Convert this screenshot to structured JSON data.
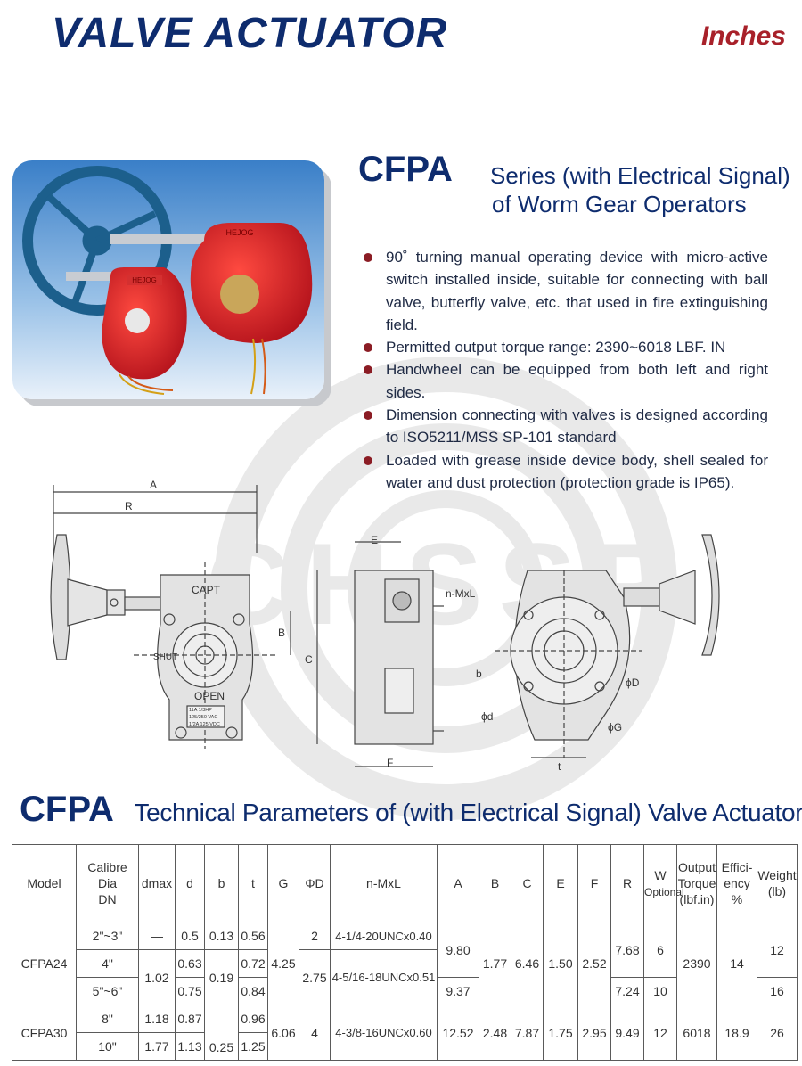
{
  "header": {
    "title": "VALVE ACTUATOR",
    "units": "Inches"
  },
  "series": {
    "code": "CFPA",
    "line1": "Series (with Electrical Signal)",
    "line2": "of Worm Gear Operators"
  },
  "features": [
    "90˚ turning manual operating device with micro-active switch installed inside, suitable for connecting with ball valve, butterfly valve, etc. that used in fire extinguishing field.",
    "Permitted output torque range: 2390~6018 LBF. IN",
    "Handwheel can be equipped from both left and right sides.",
    "Dimension connecting with valves is designed according to ISO5211/MSS SP-101 standard",
    "Loaded with grease inside device body, shell sealed for water and dust protection (protection grade is IP65)."
  ],
  "photo": {
    "small_brand": "HEJOG",
    "large_brand": "HEJOG"
  },
  "drawing": {
    "dims": {
      "A": "A",
      "R": "R",
      "B": "B",
      "C": "C",
      "E": "E",
      "F": "F",
      "b": "b",
      "t": "t",
      "d": "ϕd",
      "D": "ϕD",
      "G": "ϕG",
      "nmxl": "n-MxL"
    },
    "labels": {
      "capt": "CAPT",
      "shut": "SHUT",
      "open": "OPEN",
      "plate1": "11A 1/3HP",
      "plate2": "125/250 VAC",
      "plate3": "1/2A 125 VDC"
    },
    "watermark": "CHSSP"
  },
  "params": {
    "code": "CFPA",
    "title": "Technical Parameters of (with Electrical Signal) Valve Actuator"
  },
  "table": {
    "headers": {
      "model": "Model",
      "calibre1": "Calibre Dia",
      "calibre2": "DN",
      "dmax": "dmax",
      "d": "d",
      "b": "b",
      "t": "t",
      "g": "G",
      "phid": "ΦD",
      "nmxl": "n-MxL",
      "a": "A",
      "bb": "B",
      "c": "C",
      "e": "E",
      "f": "F",
      "r": "R",
      "w1": "W",
      "w2": "Optional",
      "torque1": "Output",
      "torque2": "Torque",
      "torque3": "(lbf.in)",
      "eff1": "Effici-",
      "eff2": "ency",
      "eff3": "%",
      "weight1": "Weight",
      "weight2": "(lb)"
    },
    "cfpa24": {
      "model": "CFPA24",
      "dn": [
        "2\"~3\"",
        "4\"",
        "5\"~6\""
      ],
      "dmax": [
        "—",
        "1.02"
      ],
      "d": [
        "0.5",
        "0.63",
        "0.75"
      ],
      "b": [
        "0.13",
        "0.19"
      ],
      "t": [
        "0.56",
        "0.72",
        "0.84"
      ],
      "g": "4.25",
      "phid": [
        "2",
        "2.75"
      ],
      "nmxl": [
        "4-1/4-20UNCx0.40",
        "4-5/16-18UNCx0.51"
      ],
      "a": [
        "9.80",
        "9.37"
      ],
      "bb": "1.77",
      "c": "6.46",
      "e": "1.50",
      "f": "2.52",
      "r": [
        "7.68",
        "7.24"
      ],
      "w": [
        "6",
        "10"
      ],
      "torque": "2390",
      "eff": "14",
      "weight": [
        "12",
        "16"
      ]
    },
    "cfpa30": {
      "model": "CFPA30",
      "dn": [
        "8\"",
        "10\""
      ],
      "dmax": [
        "1.18",
        "1.77"
      ],
      "d": [
        "0.87",
        "1.13"
      ],
      "b": "0.25",
      "t": [
        "0.96",
        "1.25"
      ],
      "g": "6.06",
      "phid": "4",
      "nmxl": "4-3/8-16UNCx0.60",
      "a": "12.52",
      "bb": "2.48",
      "c": "7.87",
      "e": "1.75",
      "f": "2.95",
      "r": "9.49",
      "w": "12",
      "torque": "6018",
      "eff": "18.9",
      "weight": "26"
    }
  }
}
